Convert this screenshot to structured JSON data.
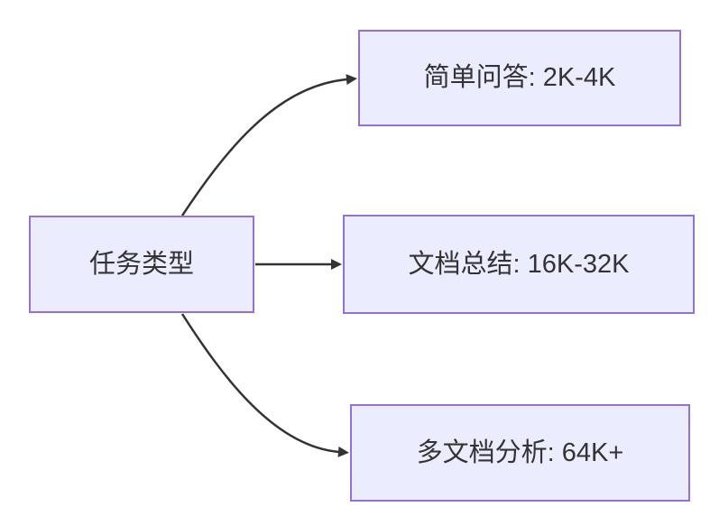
{
  "diagram": {
    "type": "flowchart-lr",
    "colors": {
      "background": "#ffffff",
      "node_fill": "#ECECFF",
      "node_border": "#9370DB",
      "edge": "#333333",
      "text": "#333333"
    },
    "nodes": {
      "root": {
        "label": "任务类型"
      },
      "simple_qa": {
        "label": "简单问答: 2K-4K"
      },
      "doc_summary": {
        "label": "文档总结: 16K-32K"
      },
      "multi_doc": {
        "label": "多文档分析: 64K+"
      }
    },
    "edges": [
      {
        "from": "任务类型",
        "to": "简单问答: 2K-4K"
      },
      {
        "from": "任务类型",
        "to": "文档总结: 16K-32K"
      },
      {
        "from": "任务类型",
        "to": "多文档分析: 64K+"
      }
    ]
  }
}
